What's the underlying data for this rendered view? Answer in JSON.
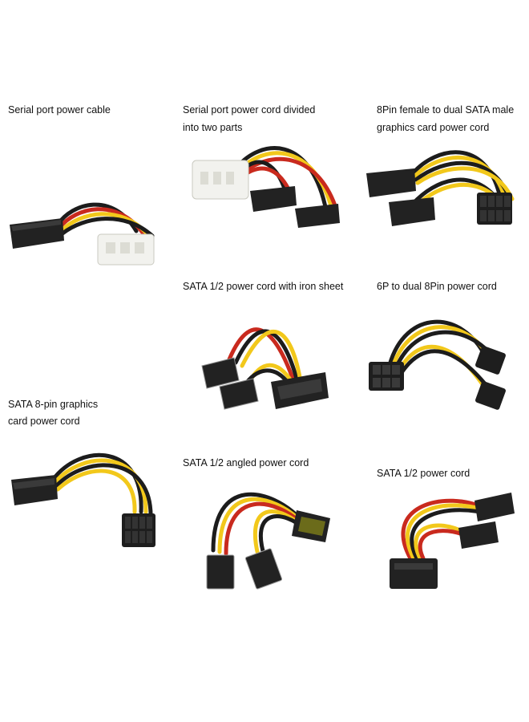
{
  "captions": {
    "serial_port_cable": "Serial port power cable",
    "serial_divided_line1": "Serial port power cord divided",
    "serial_divided_line2": "into two parts",
    "eightpin_dual_sata_line1": "8Pin female to dual SATA male",
    "eightpin_dual_sata_line2": "graphics card power cord",
    "sata_iron_sheet": "SATA 1/2 power cord with iron sheet",
    "sixp_dual_eightpin": "6P to dual 8Pin power cord",
    "sata_8pin_line1": "SATA 8-pin graphics",
    "sata_8pin_line2": "card power cord",
    "sata_angled": "SATA 1/2 angled power cord",
    "sata_half": "SATA 1/2 power cord"
  },
  "colors": {
    "wire_yellow": "#f2c81b",
    "wire_red": "#c92a1e",
    "wire_black": "#1c1c1c",
    "connector_black": "#222222",
    "connector_white": "#f2f2ee"
  }
}
